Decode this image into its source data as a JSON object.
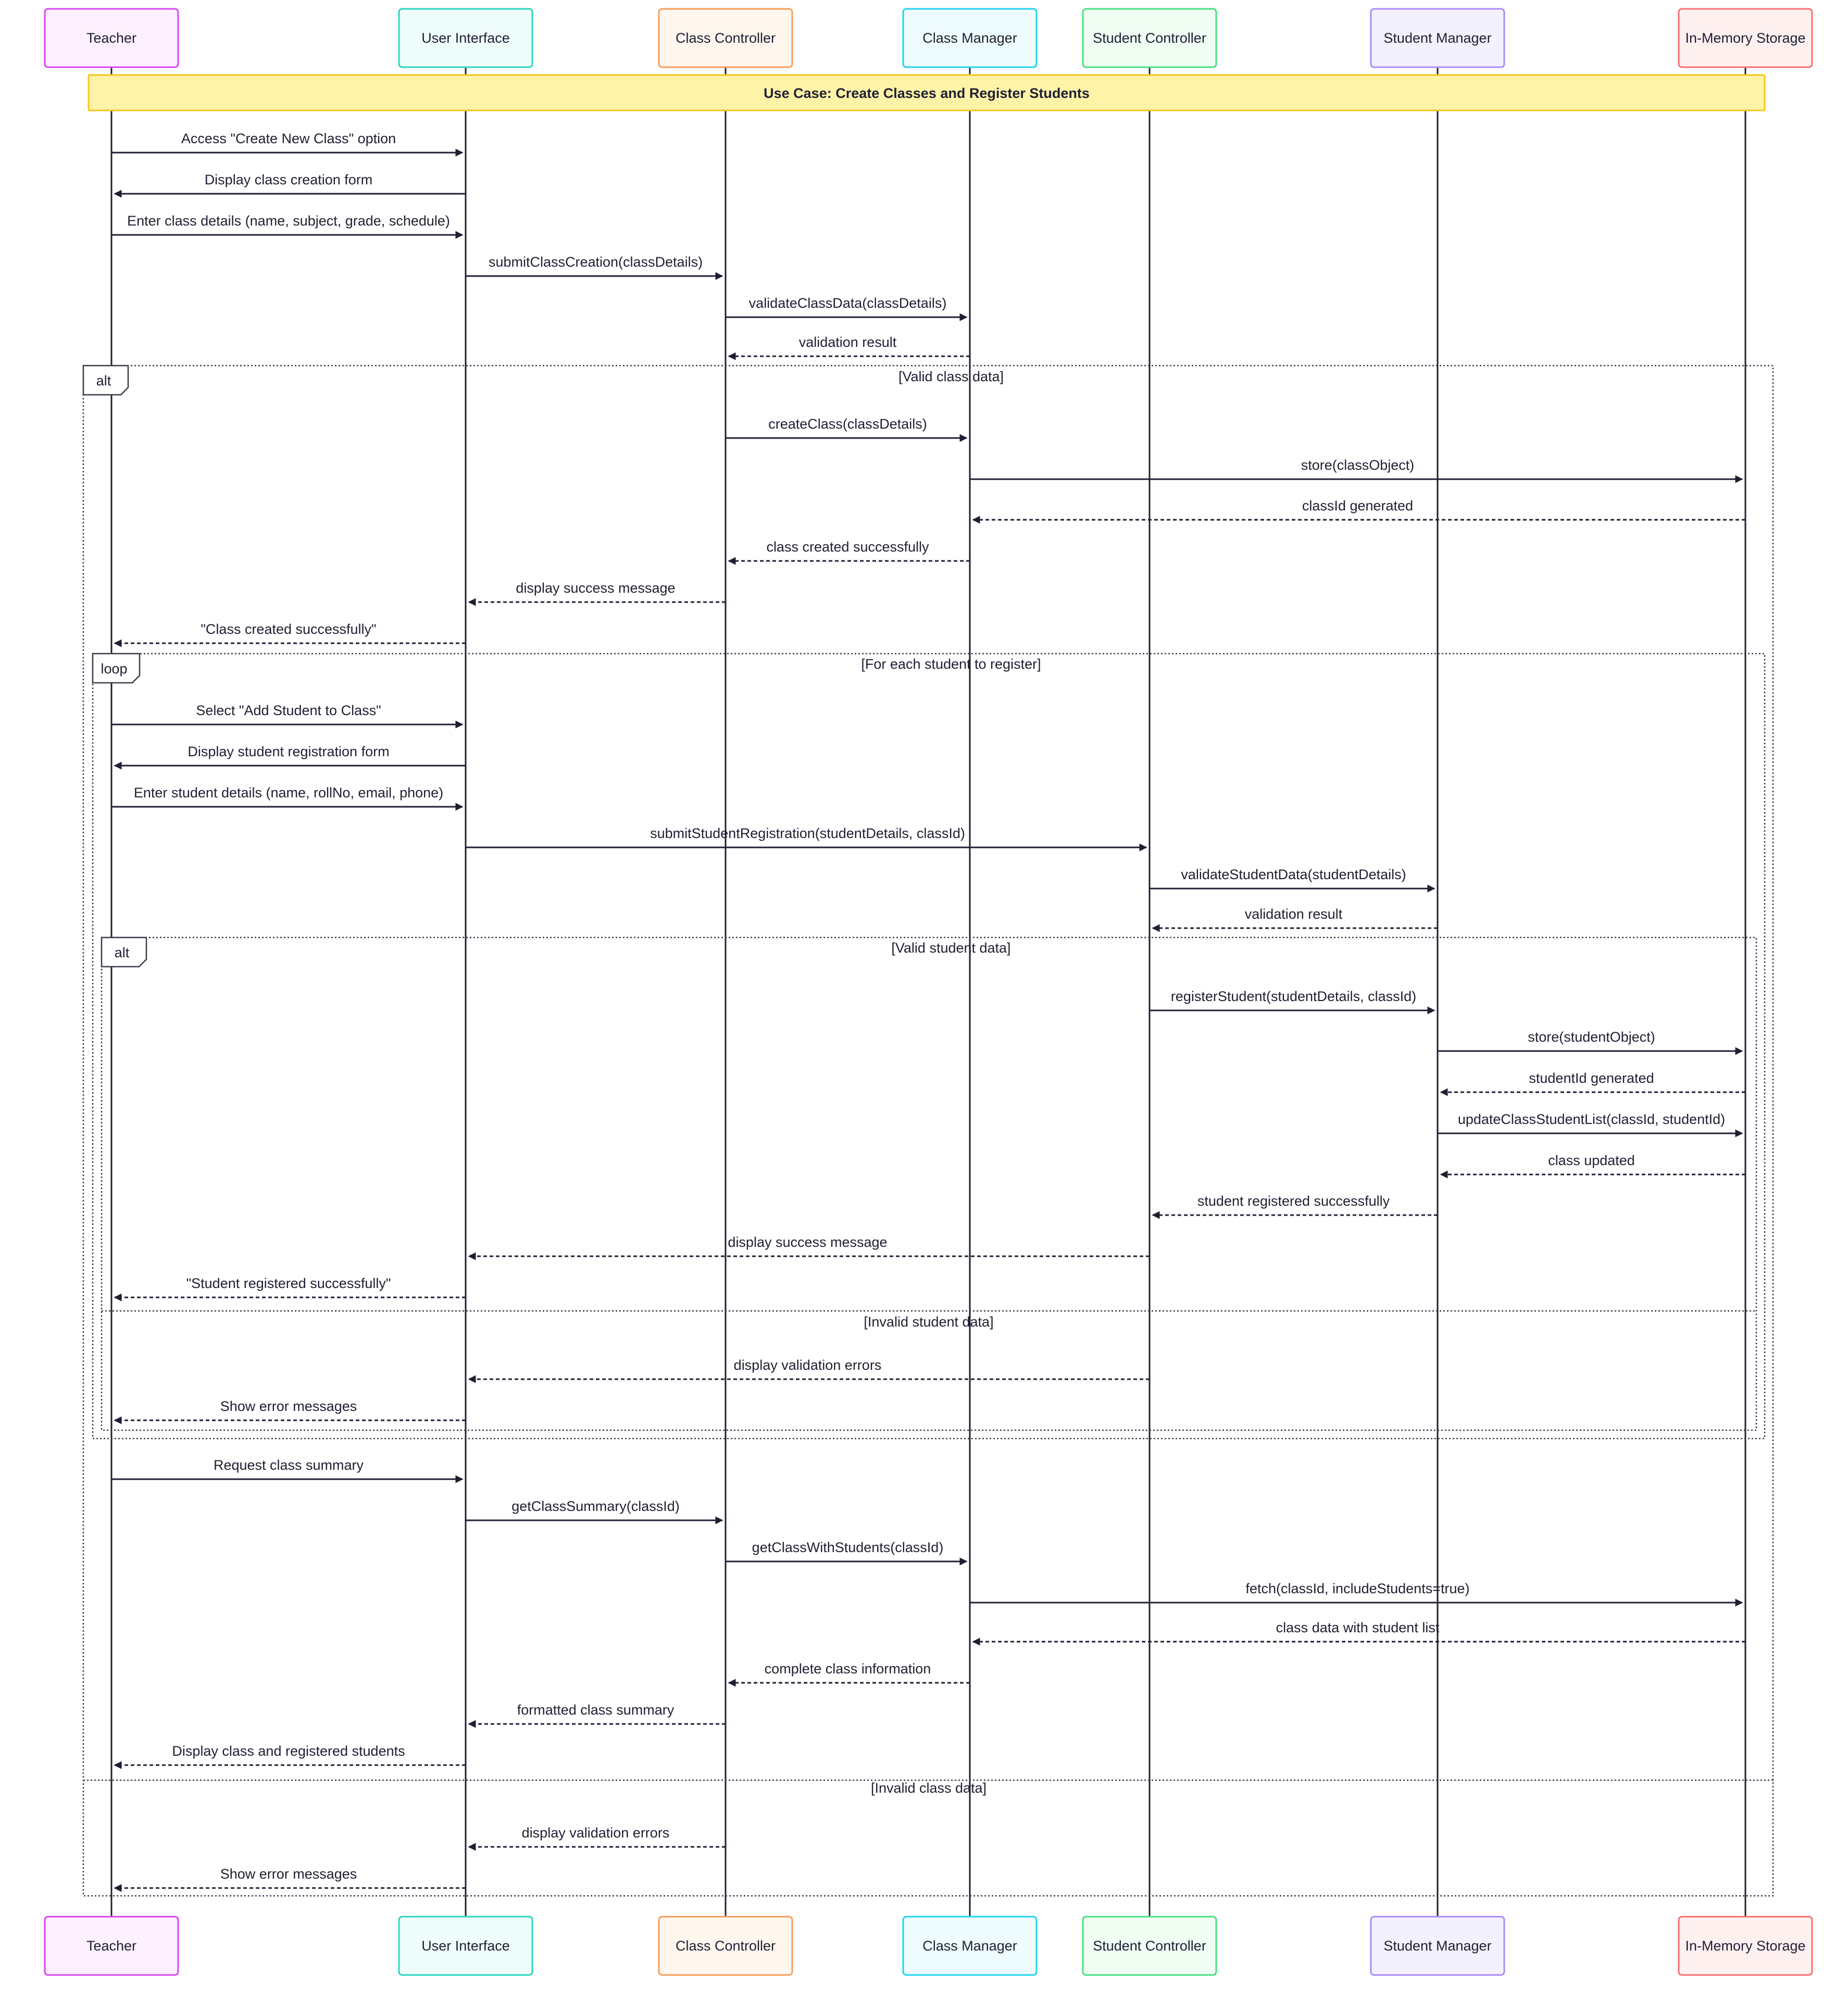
{
  "actors": [
    {
      "id": "teacher",
      "name": "Teacher",
      "border": "#d946ef",
      "fill": "#fdf0ff"
    },
    {
      "id": "ui",
      "name": "User Interface",
      "border": "#2dd4bf",
      "fill": "#effdfa"
    },
    {
      "id": "classctrl",
      "name": "Class Controller",
      "border": "#f59e5b",
      "fill": "#fff6ee"
    },
    {
      "id": "classmgr",
      "name": "Class Manager",
      "border": "#22d3ee",
      "fill": "#eefcff"
    },
    {
      "id": "studentctrl",
      "name": "Student Controller",
      "border": "#4ade80",
      "fill": "#effdf3"
    },
    {
      "id": "studentmgr",
      "name": "Student Manager",
      "border": "#a78bfa",
      "fill": "#f4f1ff"
    },
    {
      "id": "storage",
      "name": "In-Memory Storage",
      "border": "#f87171",
      "fill": "#fff0f0"
    }
  ],
  "note": {
    "text": "Use Case: Create Classes and Register Students",
    "border": "#f5c518",
    "fill": "#fff3a8"
  },
  "colors": {
    "line": "#1f1f33",
    "frame": "#3a3a4a"
  },
  "messages": [
    {
      "from": "teacher",
      "to": "ui",
      "text": "Access \"Create New Class\" option",
      "style": "solid"
    },
    {
      "from": "ui",
      "to": "teacher",
      "text": "Display class creation form",
      "style": "solid"
    },
    {
      "from": "teacher",
      "to": "ui",
      "text": "Enter class details (name, subject, grade, schedule)",
      "style": "solid"
    },
    {
      "from": "ui",
      "to": "classctrl",
      "text": "submitClassCreation(classDetails)",
      "style": "solid"
    },
    {
      "from": "classctrl",
      "to": "classmgr",
      "text": "validateClassData(classDetails)",
      "style": "solid"
    },
    {
      "from": "classmgr",
      "to": "classctrl",
      "text": "validation result",
      "style": "dashed"
    },
    {
      "from": "classctrl",
      "to": "classmgr",
      "text": "createClass(classDetails)",
      "style": "solid"
    },
    {
      "from": "classmgr",
      "to": "storage",
      "text": "store(classObject)",
      "style": "solid"
    },
    {
      "from": "storage",
      "to": "classmgr",
      "text": "classId generated",
      "style": "dashed"
    },
    {
      "from": "classmgr",
      "to": "classctrl",
      "text": "class created successfully",
      "style": "dashed"
    },
    {
      "from": "classctrl",
      "to": "ui",
      "text": "display success message",
      "style": "dashed"
    },
    {
      "from": "ui",
      "to": "teacher",
      "text": "\"Class created successfully\"",
      "style": "dashed"
    },
    {
      "from": "teacher",
      "to": "ui",
      "text": "Select \"Add Student to Class\"",
      "style": "solid"
    },
    {
      "from": "ui",
      "to": "teacher",
      "text": "Display student registration form",
      "style": "solid"
    },
    {
      "from": "teacher",
      "to": "ui",
      "text": "Enter student details (name, rollNo, email, phone)",
      "style": "solid"
    },
    {
      "from": "ui",
      "to": "studentctrl",
      "text": "submitStudentRegistration(studentDetails, classId)",
      "style": "solid"
    },
    {
      "from": "studentctrl",
      "to": "studentmgr",
      "text": "validateStudentData(studentDetails)",
      "style": "solid"
    },
    {
      "from": "studentmgr",
      "to": "studentctrl",
      "text": "validation result",
      "style": "dashed"
    },
    {
      "from": "studentctrl",
      "to": "studentmgr",
      "text": "registerStudent(studentDetails, classId)",
      "style": "solid"
    },
    {
      "from": "studentmgr",
      "to": "storage",
      "text": "store(studentObject)",
      "style": "solid"
    },
    {
      "from": "storage",
      "to": "studentmgr",
      "text": "studentId generated",
      "style": "dashed"
    },
    {
      "from": "studentmgr",
      "to": "storage",
      "text": "updateClassStudentList(classId, studentId)",
      "style": "solid"
    },
    {
      "from": "storage",
      "to": "studentmgr",
      "text": "class updated",
      "style": "dashed"
    },
    {
      "from": "studentmgr",
      "to": "studentctrl",
      "text": "student registered successfully",
      "style": "dashed"
    },
    {
      "from": "studentctrl",
      "to": "ui",
      "text": "display success message",
      "style": "dashed"
    },
    {
      "from": "ui",
      "to": "teacher",
      "text": "\"Student registered successfully\"",
      "style": "dashed"
    },
    {
      "from": "studentctrl",
      "to": "ui",
      "text": "display validation errors",
      "style": "dashed"
    },
    {
      "from": "ui",
      "to": "teacher",
      "text": "Show error messages",
      "style": "dashed"
    },
    {
      "from": "teacher",
      "to": "ui",
      "text": "Request class summary",
      "style": "solid"
    },
    {
      "from": "ui",
      "to": "classctrl",
      "text": "getClassSummary(classId)",
      "style": "solid"
    },
    {
      "from": "classctrl",
      "to": "classmgr",
      "text": "getClassWithStudents(classId)",
      "style": "solid"
    },
    {
      "from": "classmgr",
      "to": "storage",
      "text": "fetch(classId, includeStudents=true)",
      "style": "solid"
    },
    {
      "from": "storage",
      "to": "classmgr",
      "text": "class data with student list",
      "style": "dashed"
    },
    {
      "from": "classmgr",
      "to": "classctrl",
      "text": "complete class information",
      "style": "dashed"
    },
    {
      "from": "classctrl",
      "to": "ui",
      "text": "formatted class summary",
      "style": "dashed"
    },
    {
      "from": "ui",
      "to": "teacher",
      "text": "Display class and registered students",
      "style": "dashed"
    },
    {
      "from": "classctrl",
      "to": "ui",
      "text": "display validation errors",
      "style": "dashed"
    },
    {
      "from": "ui",
      "to": "teacher",
      "text": "Show error messages",
      "style": "dashed"
    }
  ],
  "fragments": [
    {
      "type": "alt",
      "conditions": [
        "[Valid class data]",
        "[Invalid class data]"
      ]
    },
    {
      "type": "loop",
      "conditions": [
        "[For each student to register]"
      ]
    },
    {
      "type": "alt",
      "conditions": [
        "[Valid student data]",
        "[Invalid student data]"
      ]
    }
  ]
}
